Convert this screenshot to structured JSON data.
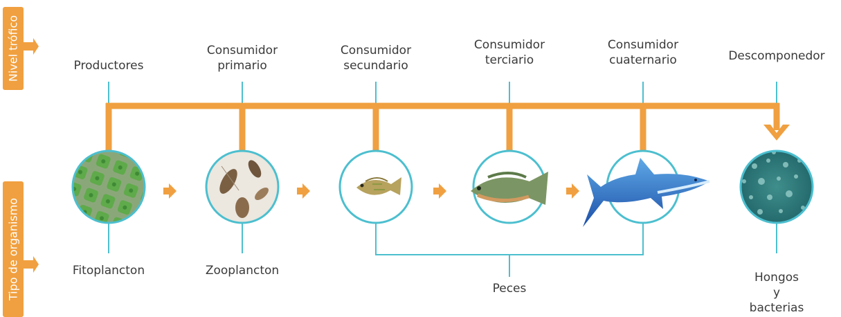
{
  "side_labels": {
    "trophic_level": "Nivel trófico",
    "organism_type": "Tipo de organismo"
  },
  "levels": [
    {
      "trophic": "Productores",
      "organism": "Fitoplancton",
      "image": "phytoplankton"
    },
    {
      "trophic": "Consumidor\nprimario",
      "organism": "Zooplancton",
      "image": "zooplankton"
    },
    {
      "trophic": "Consumidor\nsecundario",
      "organism": "",
      "image": "small-fish"
    },
    {
      "trophic": "Consumidor\nterciario",
      "organism": "",
      "image": "medium-fish"
    },
    {
      "trophic": "Consumidor\ncuaternario",
      "organism": "",
      "image": "shark"
    },
    {
      "trophic": "Descomponedor",
      "organism": "Hongos\ny bacterias",
      "image": "fungi-bacteria"
    }
  ],
  "group_label": "Peces",
  "colors": {
    "orange": "#f0a040",
    "teal": "#4cbfcf",
    "text": "#3a3a3a"
  }
}
